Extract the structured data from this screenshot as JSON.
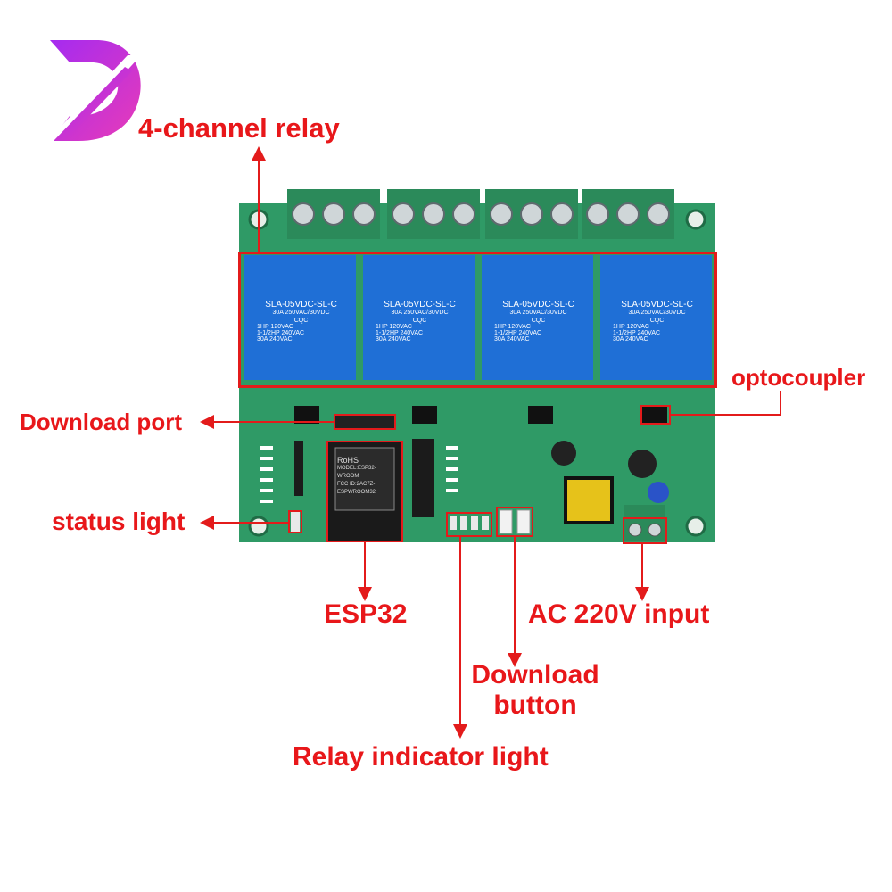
{
  "colors": {
    "accent_red": "#e8171a",
    "pcb_green": "#2f9a66",
    "relay_blue": "#1f6fd6",
    "terminal_green": "#2b8a5a",
    "logo_purple": "#8b2fe0",
    "logo_pink": "#e43cc0"
  },
  "logo": {
    "icon": "brand-d-logo",
    "letter": "D"
  },
  "callouts": {
    "four_channel_relay": "4-channel relay",
    "optocoupler": "optocoupler",
    "download_port": "Download port",
    "status_light": "status light",
    "esp32": "ESP32",
    "ac_input": "AC 220V input",
    "download_button_line1": "Download",
    "download_button_line2": "button",
    "relay_indicator_light": "Relay indicator light"
  },
  "relays": [
    {
      "model": "SLA-05VDC-SL-C",
      "rating": "30A  250VAC/30VDC",
      "cert": "CQC",
      "line1": "1HP 120VAC",
      "line2": "1-1/2HP 240VAC",
      "line3": "30A 240VAC"
    },
    {
      "model": "SLA-05VDC-SL-C",
      "rating": "30A  250VAC/30VDC",
      "cert": "CQC",
      "line1": "1HP 120VAC",
      "line2": "1-1/2HP 240VAC",
      "line3": "30A 240VAC"
    },
    {
      "model": "SLA-05VDC-SL-C",
      "rating": "30A  250VAC/30VDC",
      "cert": "CQC",
      "line1": "1HP 120VAC",
      "line2": "1-1/2HP 240VAC",
      "line3": "30A 240VAC"
    },
    {
      "model": "SLA-05VDC-SL-C",
      "rating": "30A  250VAC/30VDC",
      "cert": "CQC",
      "line1": "1HP 120VAC",
      "line2": "1-1/2HP 240VAC",
      "line3": "30A 240VAC"
    }
  ],
  "esp32_module": {
    "line1": "RoHS",
    "line2": "MODEL:ESP32-WROOM",
    "line3": "FCC ID:2AC7Z-ESPWROOM32"
  }
}
